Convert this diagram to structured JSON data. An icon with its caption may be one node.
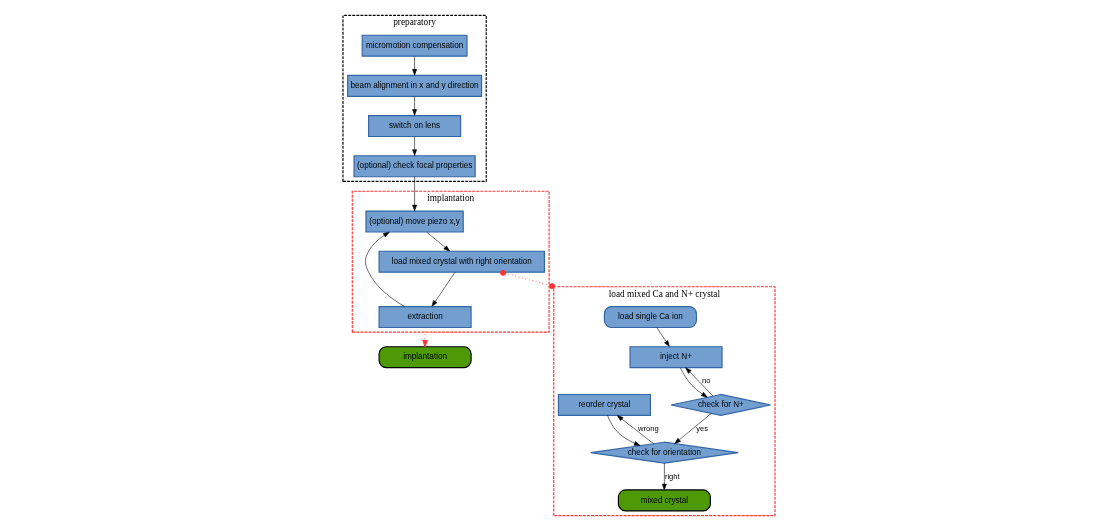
{
  "diagram": {
    "nodes": [
      {
        "text": [
          "preparatory"
        ]
      },
      {
        "text": [
          "micromotion compensation"
        ],
        "in": 0
      },
      {
        "text": [
          "beam alignment in x and y direction"
        ],
        "in": 0
      },
      {
        "text": [
          "switch on lens"
        ],
        "in": 0
      },
      {
        "text": [
          "(optional) check focal properties"
        ],
        "in": 0
      },
      {
        "text": [
          "implantation"
        ]
      },
      {
        "text": [
          "(optional) move piezo x,y"
        ],
        "in": 5
      },
      {
        "text": [
          "load mixed crystal with right orientation"
        ],
        "in": 5
      },
      {
        "text": [
          "extraction"
        ],
        "in": 5
      },
      {
        "text": [
          "implantation"
        ]
      },
      {
        "text": [
          "load mixed Ca and N+ crystal"
        ]
      },
      {
        "text": [
          "load single Ca ion"
        ],
        "in": 10
      },
      {
        "text": [
          "inject N+"
        ],
        "in": 10
      },
      {
        "text": [
          "check for N+"
        ],
        "in": 10
      },
      {
        "text": [
          "reorder crystal"
        ],
        "in": 10
      },
      {
        "text": [
          "check for orientation"
        ],
        "in": 10
      },
      {
        "text": [
          "mixed crystal"
        ],
        "in": 10
      }
    ],
    "edges": [
      {
        "from": 1,
        "to": 2,
        "arrow": "to"
      },
      {
        "from": 2,
        "to": 3,
        "arrow": "to"
      },
      {
        "from": 3,
        "to": 4,
        "arrow": "to"
      },
      {
        "from": 4,
        "to": 6,
        "arrow": "to"
      },
      {
        "from": 6,
        "to": 7,
        "arrow": "to"
      },
      {
        "from": 7,
        "to": 8,
        "arrow": "to"
      },
      {
        "from": 8,
        "to": 6,
        "arrow": "to"
      },
      {
        "from": 8,
        "to": 9,
        "arrow": "to",
        "style": "dashed",
        "color": "#ff3333"
      },
      {
        "from": 7,
        "to": 10,
        "arrow": "other",
        "style": "dashed",
        "color": "#ff3333"
      },
      {
        "from": 11,
        "to": 12,
        "arrow": "to"
      },
      {
        "from": 12,
        "to": 13,
        "arrow": "to"
      },
      {
        "from": 13,
        "to": 12,
        "arrow": "to",
        "label": "no"
      },
      {
        "from": 13,
        "to": 15,
        "arrow": "to",
        "label": "yes"
      },
      {
        "from": 14,
        "to": 15,
        "arrow": "to"
      },
      {
        "from": 15,
        "to": 14,
        "arrow": "to",
        "label": "wrong"
      },
      {
        "from": 15,
        "to": 16,
        "arrow": "to",
        "label": "right"
      }
    ]
  }
}
